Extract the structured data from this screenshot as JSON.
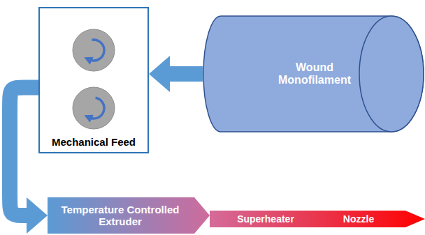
{
  "diagram": {
    "nodes": [
      {
        "text": [
          "Mechanical Feed"
        ]
      },
      {
        "text": [
          "Wound Monofilament"
        ]
      },
      {
        "text": [
          "Temperature Controlled Extruder"
        ]
      },
      {
        "text": [
          "Superheater",
          "Nozzle"
        ]
      }
    ],
    "edges": [
      {
        "from": 1,
        "to": 0,
        "arrow": "to"
      },
      {
        "from": 0,
        "to": 2,
        "arrow": "to"
      }
    ]
  }
}
